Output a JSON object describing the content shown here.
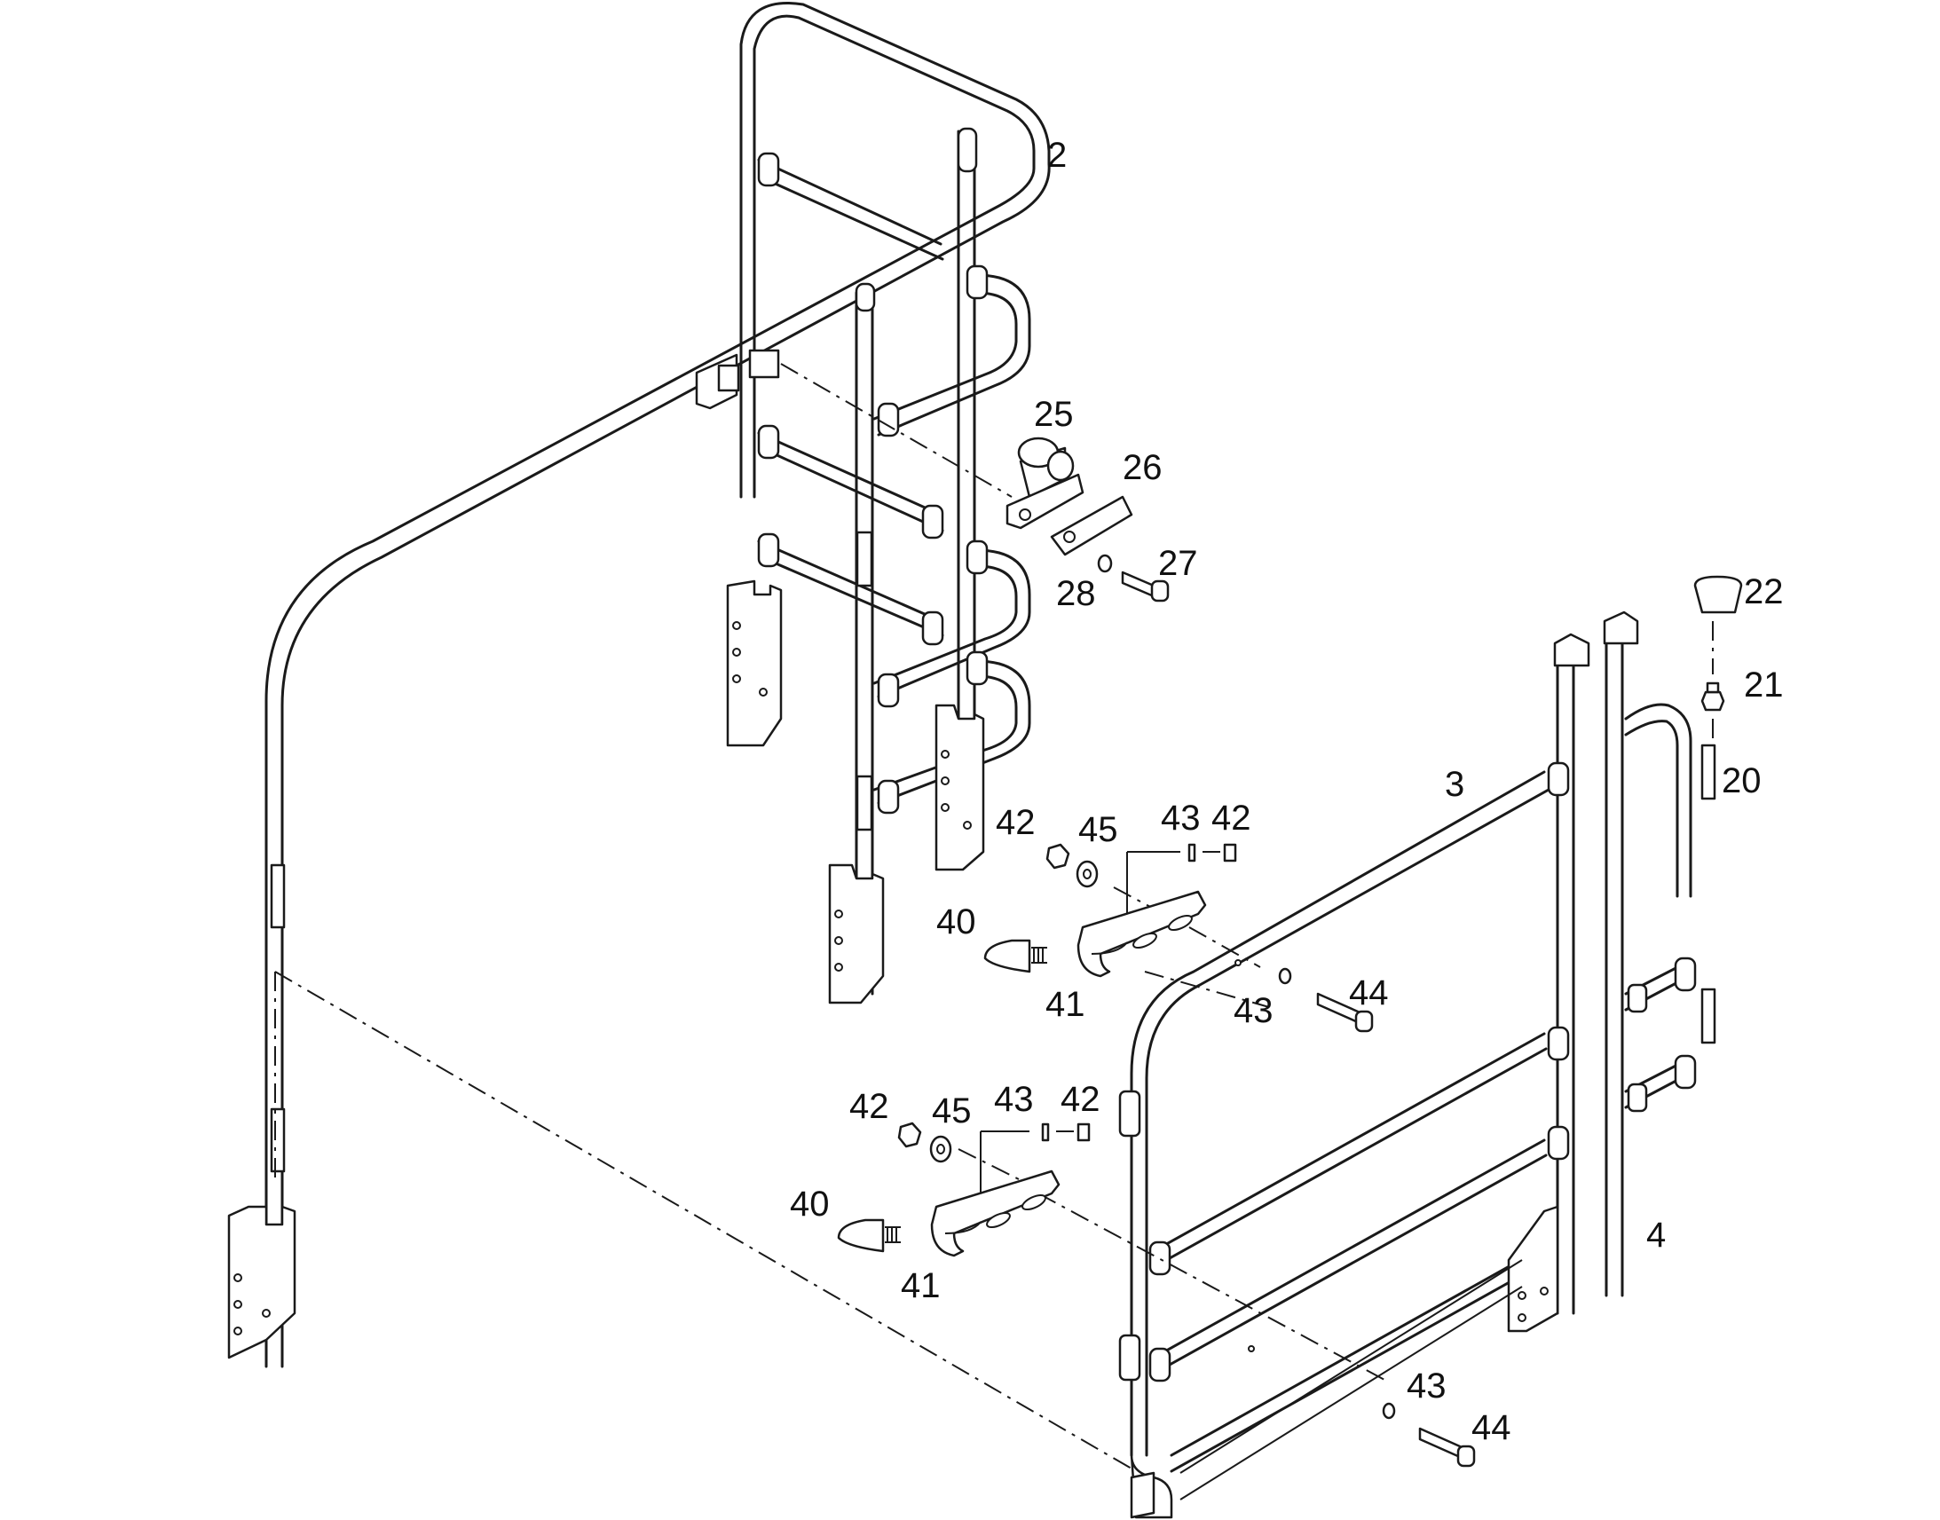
{
  "callouts": [
    {
      "id": "c2",
      "text": "2"
    },
    {
      "id": "c25",
      "text": "25"
    },
    {
      "id": "c26",
      "text": "26"
    },
    {
      "id": "c27",
      "text": "27"
    },
    {
      "id": "c28",
      "text": "28"
    },
    {
      "id": "c22",
      "text": "22"
    },
    {
      "id": "c21",
      "text": "21"
    },
    {
      "id": "c20",
      "text": "20"
    },
    {
      "id": "c3",
      "text": "3"
    },
    {
      "id": "c4",
      "text": "4"
    },
    {
      "id": "c42a",
      "text": "42"
    },
    {
      "id": "c45a",
      "text": "45"
    },
    {
      "id": "c43a",
      "text": "43"
    },
    {
      "id": "c42b",
      "text": "42"
    },
    {
      "id": "c40a",
      "text": "40"
    },
    {
      "id": "c41a",
      "text": "41"
    },
    {
      "id": "c43b",
      "text": "43"
    },
    {
      "id": "c44a",
      "text": "44"
    },
    {
      "id": "c42c",
      "text": "42"
    },
    {
      "id": "c45b",
      "text": "45"
    },
    {
      "id": "c43c",
      "text": "43"
    },
    {
      "id": "c42d",
      "text": "42"
    },
    {
      "id": "c40b",
      "text": "40"
    },
    {
      "id": "c41b",
      "text": "41"
    },
    {
      "id": "c43d",
      "text": "43"
    },
    {
      "id": "c44b",
      "text": "44"
    }
  ]
}
